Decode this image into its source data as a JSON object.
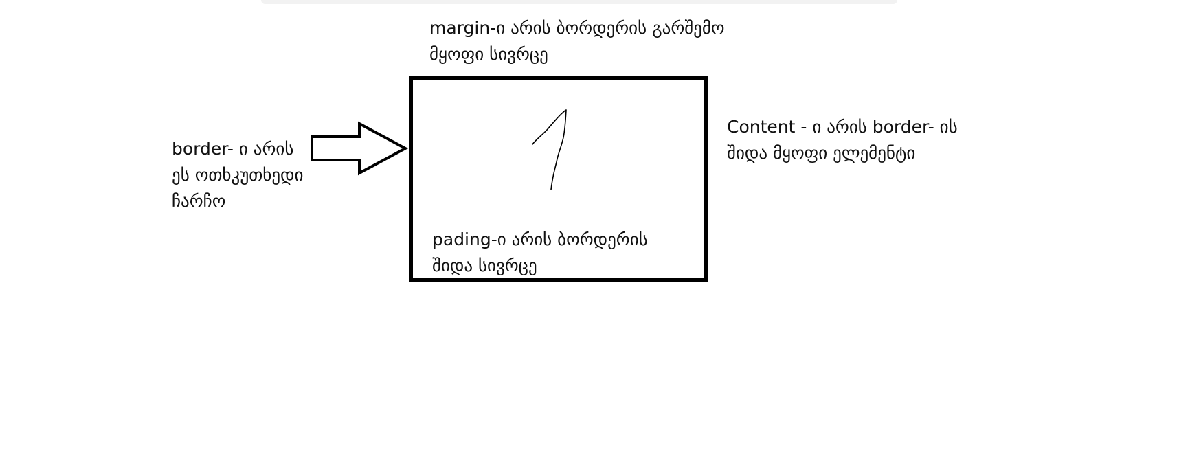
{
  "diagram": {
    "margin_label": {
      "lines": [
        "margin-ი არის ბორდერის გარშემო",
        "მყოფი სივრცე"
      ]
    },
    "border_label": {
      "lines": [
        "border- ი არის",
        "ეს ოთხკუთხედი",
        "ჩარჩო"
      ]
    },
    "content_label": {
      "lines": [
        "Content - ი არის border- ის",
        "შიდა მყოფი ელემენტი"
      ]
    },
    "padding_label": {
      "lines": [
        "pading-ი არის ბორდერის",
        "შიდა სივრცე"
      ]
    },
    "content_glyph": "1",
    "icons": {
      "arrow": "right-arrow-icon"
    },
    "colors": {
      "stroke": "#000000",
      "background": "#ffffff"
    }
  }
}
